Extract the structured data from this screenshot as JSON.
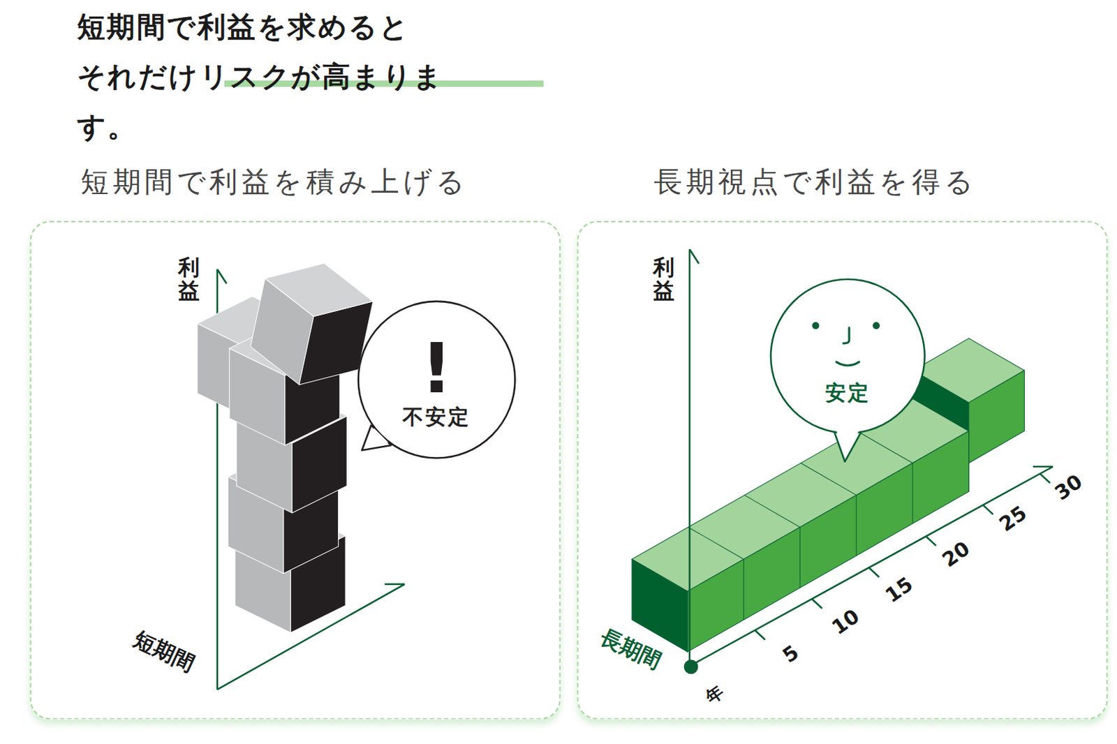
{
  "diagram": {
    "title": "短期間で利益を求めると それだけリスクが高まります。",
    "nodes": [
      {
        "text": [
          "短期間で利益を積み上げる"
        ]
      },
      {
        "text": [
          "長期視点で利益を得る"
        ]
      },
      {
        "text": [
          "!",
          "不安定"
        ],
        "in": 0
      },
      {
        "text": [
          "安定"
        ],
        "in": 1
      }
    ],
    "labels": [
      "利益",
      "短期間",
      "利益",
      "長期間",
      "5",
      "10",
      "15",
      "20",
      "25",
      "30",
      "年"
    ]
  }
}
